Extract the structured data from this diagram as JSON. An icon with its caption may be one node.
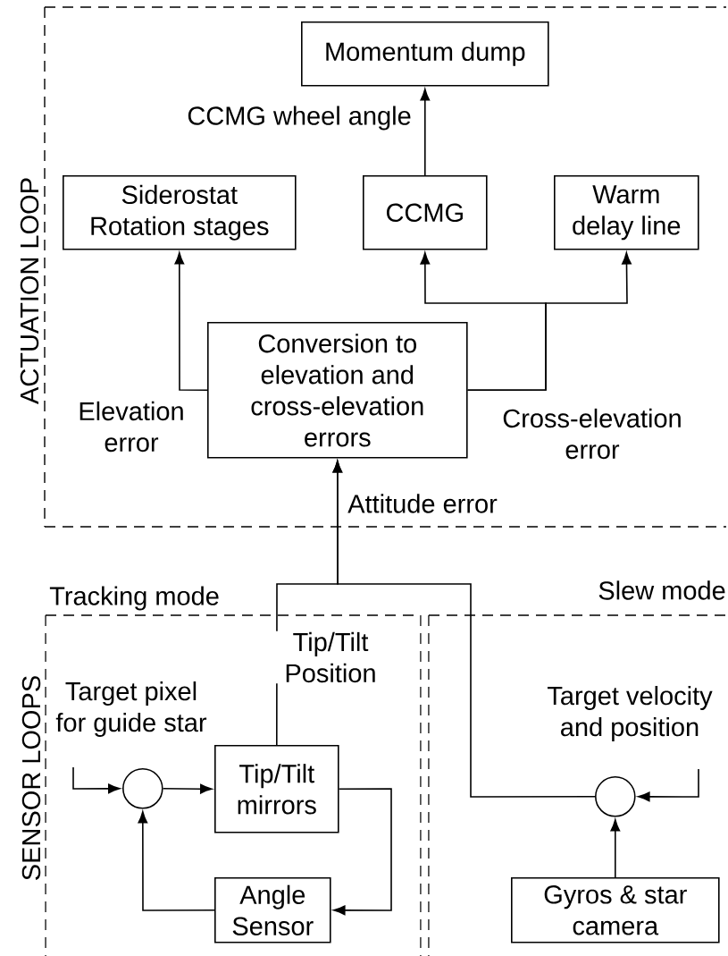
{
  "diagram": {
    "nodes": [
      {
        "text": [
          "ACTUATION LOOP"
        ]
      },
      {
        "text": [
          "Momentum dump"
        ],
        "in": 0
      },
      {
        "text": [
          "Siderostat Rotation stages"
        ],
        "in": 0
      },
      {
        "text": [
          "CCMG"
        ],
        "in": 0
      },
      {
        "text": [
          "Warm delay line"
        ],
        "in": 0
      },
      {
        "text": [
          "Conversion to elevation and cross-elevation errors"
        ],
        "in": 0
      },
      {
        "text": [
          "Tracking mode"
        ]
      },
      {
        "text": [],
        "shape": "circle",
        "in": 6
      },
      {
        "text": [
          "Tip/Tilt mirrors"
        ],
        "in": 6
      },
      {
        "text": [
          "Angle Sensor"
        ],
        "in": 6
      },
      {
        "text": [
          "Slew mode"
        ]
      },
      {
        "text": [],
        "shape": "circle",
        "in": 10
      },
      {
        "text": [
          "Gyros & star camera"
        ],
        "in": 10
      }
    ],
    "edges": [
      {
        "from": 3,
        "to": 1,
        "arrow": "to",
        "label": "CCMG wheel angle"
      },
      {
        "from": 5,
        "to": 2,
        "arrow": "to",
        "label": "Elevation error"
      },
      {
        "from": 5,
        "to": 3,
        "arrow": "to",
        "label": "Cross-elevation error"
      },
      {
        "from": 5,
        "to": 4,
        "arrow": "to"
      },
      {
        "from": 8,
        "to": 5,
        "arrow": "to",
        "label": "Tip/Tilt Position"
      },
      {
        "from": 11,
        "to": 5,
        "arrow": "to",
        "label": "Attitude error"
      },
      {
        "from": null,
        "to": 7,
        "arrow": "to",
        "label": "Target pixel for guide star"
      },
      {
        "from": 7,
        "to": 8,
        "arrow": "to"
      },
      {
        "from": 8,
        "to": 9,
        "arrow": "to"
      },
      {
        "from": 9,
        "to": 7,
        "arrow": "to"
      },
      {
        "from": null,
        "to": 11,
        "arrow": "to",
        "label": "Target velocity and position"
      },
      {
        "from": 12,
        "to": 11,
        "arrow": "to"
      }
    ],
    "labels": [
      "SENSOR LOOPS"
    ]
  }
}
